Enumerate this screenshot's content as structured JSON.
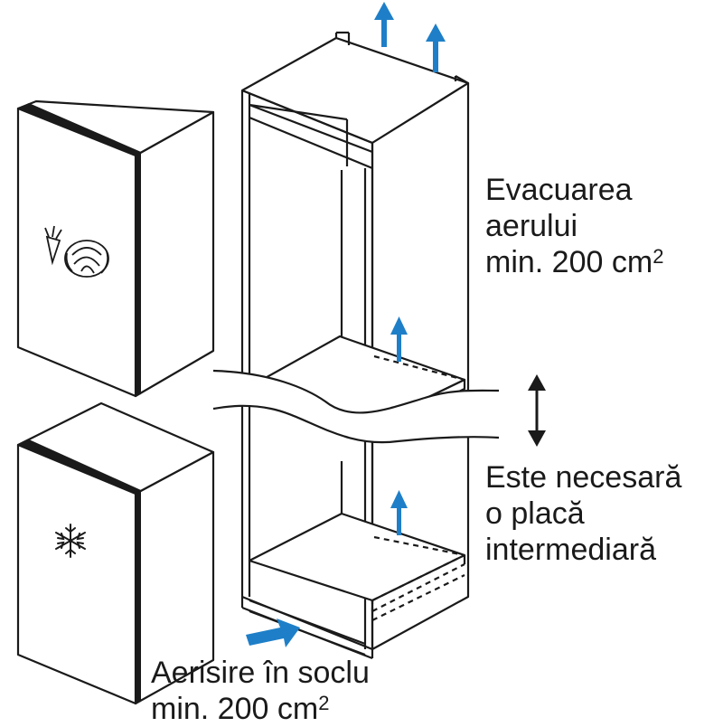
{
  "labels": {
    "exhaust": {
      "line1": "Evacuarea",
      "line2": "aerului",
      "line3_prefix": "min. 200 cm",
      "line3_sup": "2"
    },
    "plate": {
      "line1": "Este necesară",
      "line2": "o placă",
      "line3": "intermediară"
    },
    "plinth": {
      "line1": "Aerisire în soclu",
      "line2_prefix": "min. 200 cm",
      "line2_sup": "2"
    }
  },
  "colors": {
    "line": "#1a1a1a",
    "airflow_arrow": "#1e7fc8",
    "background": "#ffffff"
  },
  "icons": {
    "fridge_door": "vegetables-icon",
    "freezer_door": "snowflake-icon",
    "plate_indicator": "double-arrow-vertical-icon"
  }
}
